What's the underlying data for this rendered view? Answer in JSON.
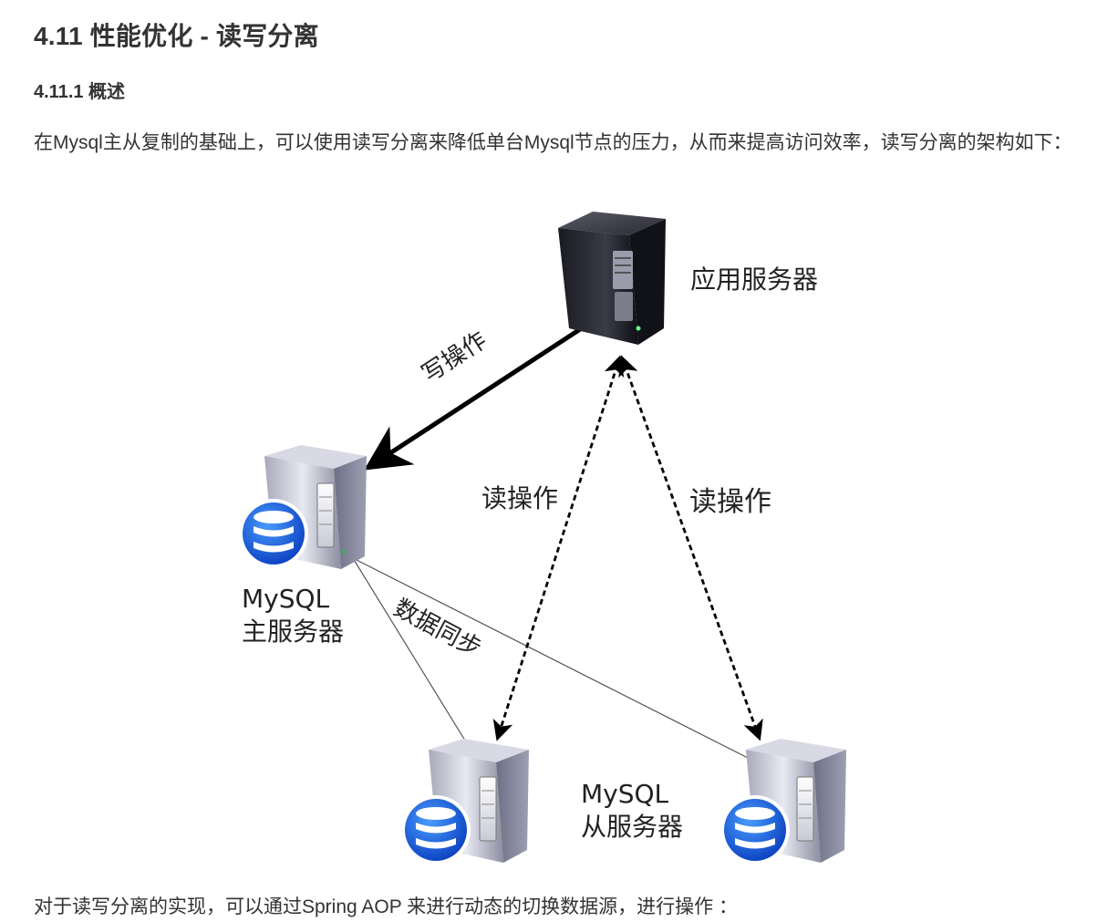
{
  "heading": "4.11 性能优化 - 读写分离",
  "subheading": "4.11.1 概述",
  "intro": "在Mysql主从复制的基础上，可以使用读写分离来降低单台Mysql节点的压力，从而来提高访问效率，读写分离的架构如下：",
  "diagram": {
    "app_server_label": "应用服务器",
    "write_label": "写操作",
    "read_label_left": "读操作",
    "read_label_right": "读操作",
    "master_label_line1": "MySQL",
    "master_label_line2": "主服务器",
    "sync_label": "数据同步",
    "slave_label_line1": "MySQL",
    "slave_label_line2": "从服务器"
  },
  "footer_text": "对于读写分离的实现，可以通过Spring AOP 来进行动态的切换数据源，进行操作 ："
}
